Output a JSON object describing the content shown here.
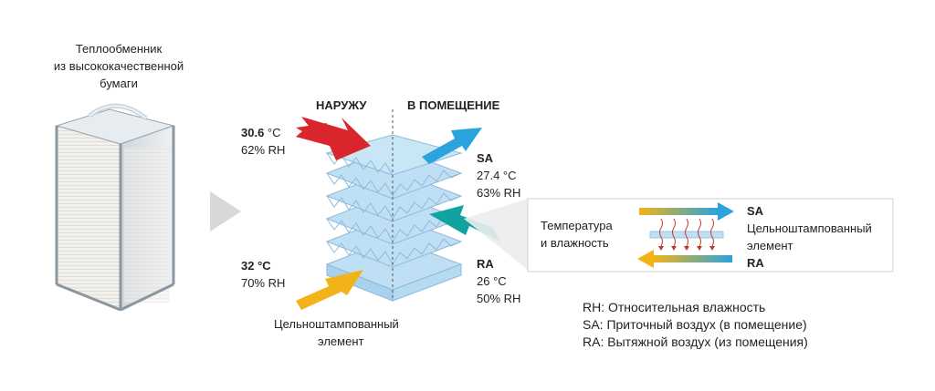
{
  "filter": {
    "caption": [
      "Теплообменник",
      "из высококачественной",
      "бумаги"
    ]
  },
  "headers": {
    "outside": "НАРУЖУ",
    "inside": "В ПОМЕЩЕНИЕ"
  },
  "outdoor_exhaust": {
    "temp_value": "30.6",
    "temp_unit": " °C",
    "rh": "62% RH"
  },
  "outdoor_intake": {
    "temp": "32 °C",
    "rh": "70% RH"
  },
  "supply_air": {
    "label": "SA",
    "temp": "27.4 °C",
    "rh": "63% RH"
  },
  "return_air": {
    "label": "RA",
    "temp": "26 °C",
    "rh": "50% RH"
  },
  "element_caption": [
    "Цельноштампованный",
    "элемент"
  ],
  "detail_box": {
    "left_text": [
      "Температура",
      "и влажность"
    ],
    "sa_label": "SA",
    "element_text": [
      "Цельноштампованный",
      "элемент"
    ],
    "ra_label": "RA"
  },
  "legend": [
    "RH: Относительная влажность",
    "SA: Приточный воздух (в помещение)",
    "RA: Вытяжной воздух (из помещения)"
  ],
  "colors": {
    "red_arrow": "#d9262c",
    "blue_arrow": "#2aa3de",
    "teal_arrow": "#12a3a0",
    "yellow_arrow": "#f2b318",
    "core_fill": "#bfe0f4",
    "core_edge": "#8fbad8"
  }
}
